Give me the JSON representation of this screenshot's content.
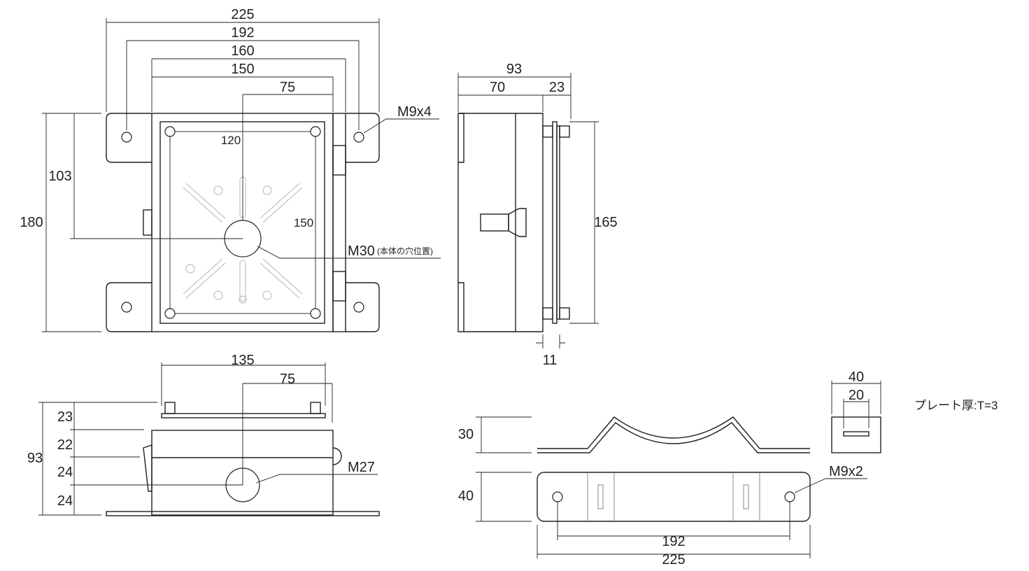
{
  "front_view": {
    "width_dims": [
      "225",
      "192",
      "160",
      "150",
      "75"
    ],
    "height_dims": [
      "180",
      "103"
    ],
    "inner_dims": [
      "120",
      "150"
    ],
    "hole_callout": "M9x4",
    "center_hole_callout": "M30",
    "center_hole_note": "(本体の穴位置)"
  },
  "side_view": {
    "top_dims": [
      "93",
      "70",
      "23"
    ],
    "height_dim": "165",
    "bottom_dim": "11"
  },
  "bottom_view": {
    "top_dims": [
      "135",
      "75"
    ],
    "left_total": "93",
    "left_dims": [
      "23",
      "22",
      "24",
      "24"
    ],
    "hole_callout": "M27"
  },
  "plate_view": {
    "height_dim_top": "30",
    "height_dim_bottom": "40",
    "hole_callout": "M9x2",
    "width_dims": [
      "192",
      "225"
    ],
    "end_dims": [
      "40",
      "20"
    ],
    "thickness_note": "プレート厚:T=3"
  }
}
